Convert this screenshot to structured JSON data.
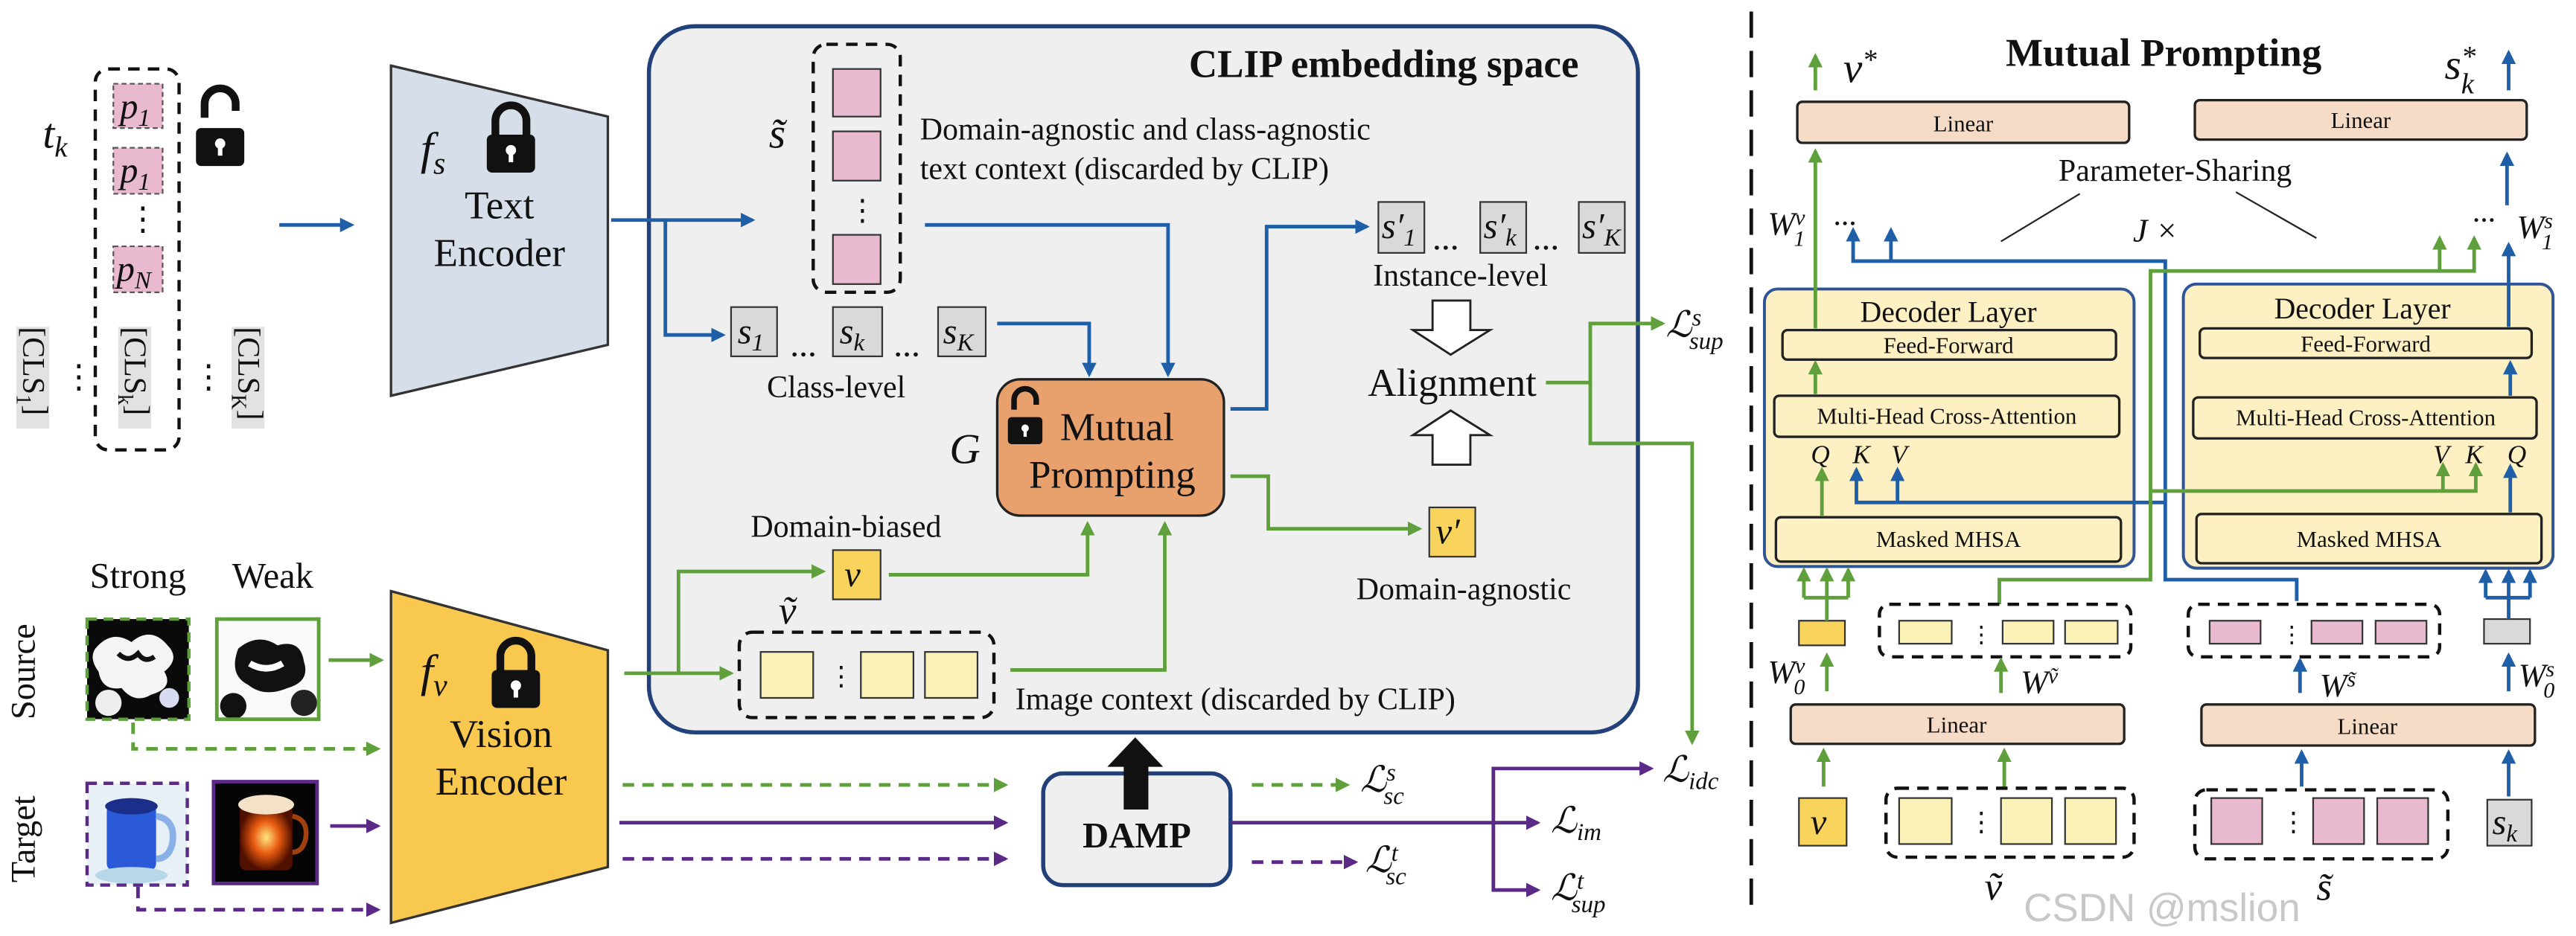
{
  "colors": {
    "blue_arrow": "#1f5fa8",
    "green_arrow": "#5fa03c",
    "purple_arrow": "#5b2a86",
    "clip_border": "#22407a",
    "clip_fill": "#efefef",
    "pink_token": "#e8b9cf",
    "yellow_token": "#fbf2b8",
    "mutual_prompting": "#e8a06c",
    "text_encoder": "#d6dfe9",
    "vision_encoder": "#f9c84f",
    "linear": "#f6dcc6",
    "decoder": "#fdf0c2",
    "gray_token": "#d9d9d9"
  },
  "icons": {
    "lock": "lock-icon",
    "unlock": "unlock-icon"
  },
  "prompt": {
    "tk": {
      "b": "t",
      "sub": "k"
    },
    "tokens": [
      {
        "b": "p",
        "sub": "1"
      },
      {
        "b": "p",
        "sub": "1"
      },
      {
        "b": "p",
        "sub": "N"
      }
    ],
    "dots": "⋮",
    "cls": [
      {
        "b": "[CLS",
        "sub": "1",
        "tail": "]"
      },
      {
        "b": "[CLS",
        "sub": "k",
        "tail": "]"
      },
      {
        "b": "[CLS",
        "sub": "K",
        "tail": "]"
      }
    ],
    "hdots": "⋮"
  },
  "text_encoder": {
    "symbol": {
      "b": "f",
      "sub": "s"
    },
    "line1": "Text",
    "line2": "Encoder"
  },
  "vision_encoder": {
    "symbol": {
      "b": "f",
      "sub": "v"
    },
    "line1": "Vision",
    "line2": "Encoder"
  },
  "clip": {
    "title": "CLIP embedding space",
    "s_tilde": {
      "b": "s̃"
    },
    "text_context_1": "Domain-agnostic and class-agnostic",
    "text_context_2": "text context (discarded by CLIP)",
    "class_tokens": [
      {
        "b": "s",
        "sub": "1"
      },
      {
        "b": "s",
        "sub": "k"
      },
      {
        "b": "s",
        "sub": "K"
      }
    ],
    "ellipsis": "…",
    "class_level": "Class-level",
    "instance_tokens": [
      {
        "b": "s′",
        "sub": "1"
      },
      {
        "b": "s′",
        "sub": "k"
      },
      {
        "b": "s′",
        "sub": "K"
      }
    ],
    "instance_level": "Instance-level",
    "alignment": "Alignment",
    "v_prime": {
      "b": "v′"
    },
    "domain_agnostic": "Domain-agnostic",
    "g_label": {
      "b": "G"
    },
    "mp_line1": "Mutual",
    "mp_line2": "Prompting",
    "domain_biased": "Domain-biased",
    "v": {
      "b": "v"
    },
    "v_tilde": {
      "b": "ṽ"
    },
    "image_context": "Image context (discarded by CLIP)"
  },
  "inputs": {
    "strong": "Strong",
    "weak": "Weak",
    "source": "Source",
    "target": "Target"
  },
  "damp": "DAMP",
  "losses": {
    "sup_s": {
      "b": "ℒ",
      "sup": "s",
      "sub": "sup"
    },
    "idc": {
      "b": "ℒ",
      "sub": "idc"
    },
    "sc_s": {
      "b": "ℒ",
      "sup": "s",
      "sub": "sc"
    },
    "im": {
      "b": "ℒ",
      "sub": "im"
    },
    "sc_t": {
      "b": "ℒ",
      "sup": "t",
      "sub": "sc"
    },
    "sup_t": {
      "b": "ℒ",
      "sup": "t",
      "sub": "sup"
    }
  },
  "mutual": {
    "title": "Mutual Prompting",
    "v_star": {
      "b": "v",
      "sup": "*"
    },
    "s_star": {
      "b": "s",
      "sup": "*",
      "sub": "k"
    },
    "linear": "Linear",
    "parameter_sharing": "Parameter-Sharing",
    "j_times": "J ×",
    "w1v": {
      "b": "W",
      "sup": "v",
      "sub": "1"
    },
    "w1s": {
      "b": "W",
      "sup": "s",
      "sub": "1"
    },
    "ellipsis": "…",
    "decoder_title": "Decoder Layer",
    "feed_forward": "Feed-Forward",
    "cross_attention": "Multi-Head Cross-Attention",
    "masked_mhsa": "Masked MHSA",
    "qkv_left": [
      "Q",
      "K",
      "V"
    ],
    "qkv_right": [
      "V",
      "K",
      "Q"
    ],
    "w0v": {
      "b": "W",
      "sup": "v",
      "sub": "0"
    },
    "wvt": {
      "b": "W",
      "sup": "ṽ"
    },
    "wst": {
      "b": "W",
      "sup": "s̃"
    },
    "w0s": {
      "b": "W",
      "sup": "s",
      "sub": "0"
    },
    "v": {
      "b": "v"
    },
    "v_tilde": {
      "b": "ṽ"
    },
    "s_tilde": {
      "b": "s̃"
    },
    "sk": {
      "b": "s",
      "sub": "k"
    },
    "dots": "⋮"
  },
  "watermark": "CSDN @mslion"
}
